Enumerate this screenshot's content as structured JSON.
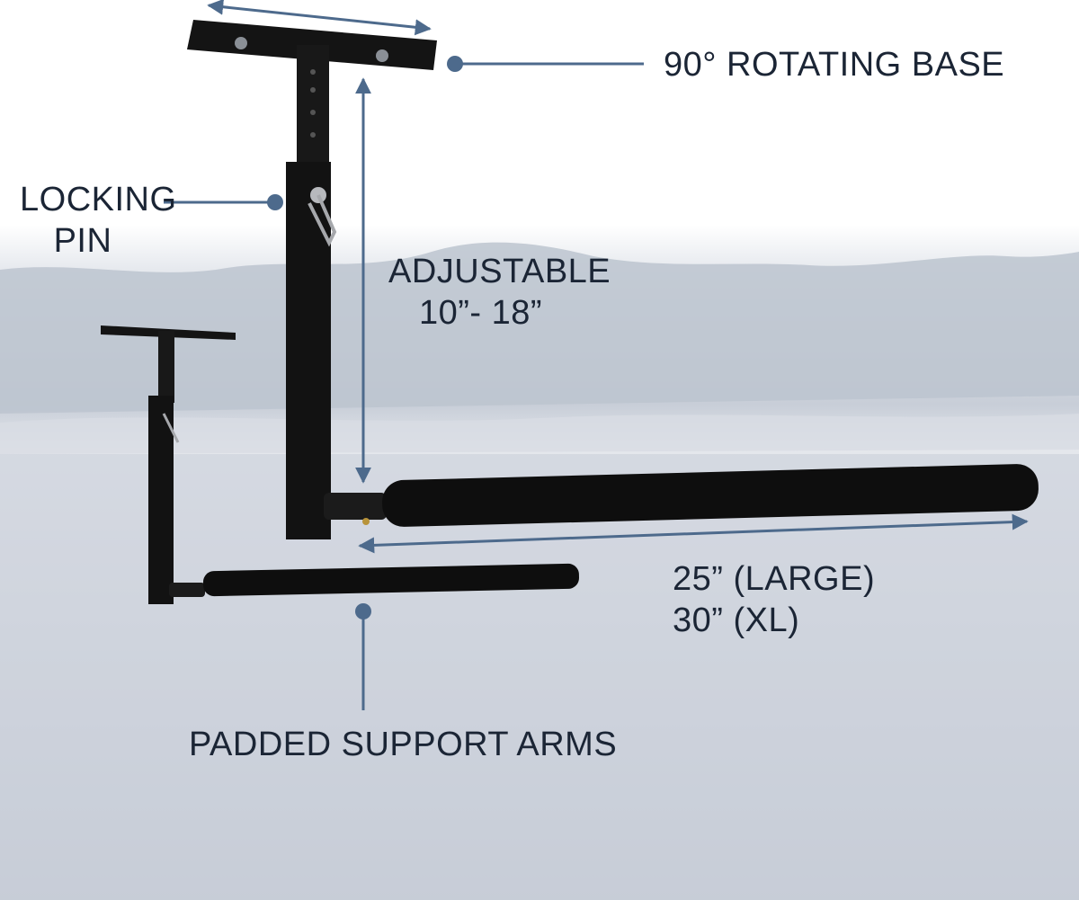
{
  "callouts": {
    "rotating_base": "90° ROTATING BASE",
    "locking_pin_line1": "LOCKING",
    "locking_pin_line2": "PIN",
    "adjustable_line1": "ADJUSTABLE",
    "adjustable_line2": "10”- 18”",
    "length_line1": "25” (LARGE)",
    "length_line2": "30” (XL)",
    "padded_arms": "PADDED SUPPORT ARMS"
  },
  "colors": {
    "callout_line": "#4d6a8c",
    "label_text": "#1b2535",
    "hardware": "#111111",
    "background_water": "#c9ced8"
  },
  "icons": [
    "rotating-base-plate",
    "locking-pin",
    "padded-arm",
    "dimension-arrow"
  ]
}
